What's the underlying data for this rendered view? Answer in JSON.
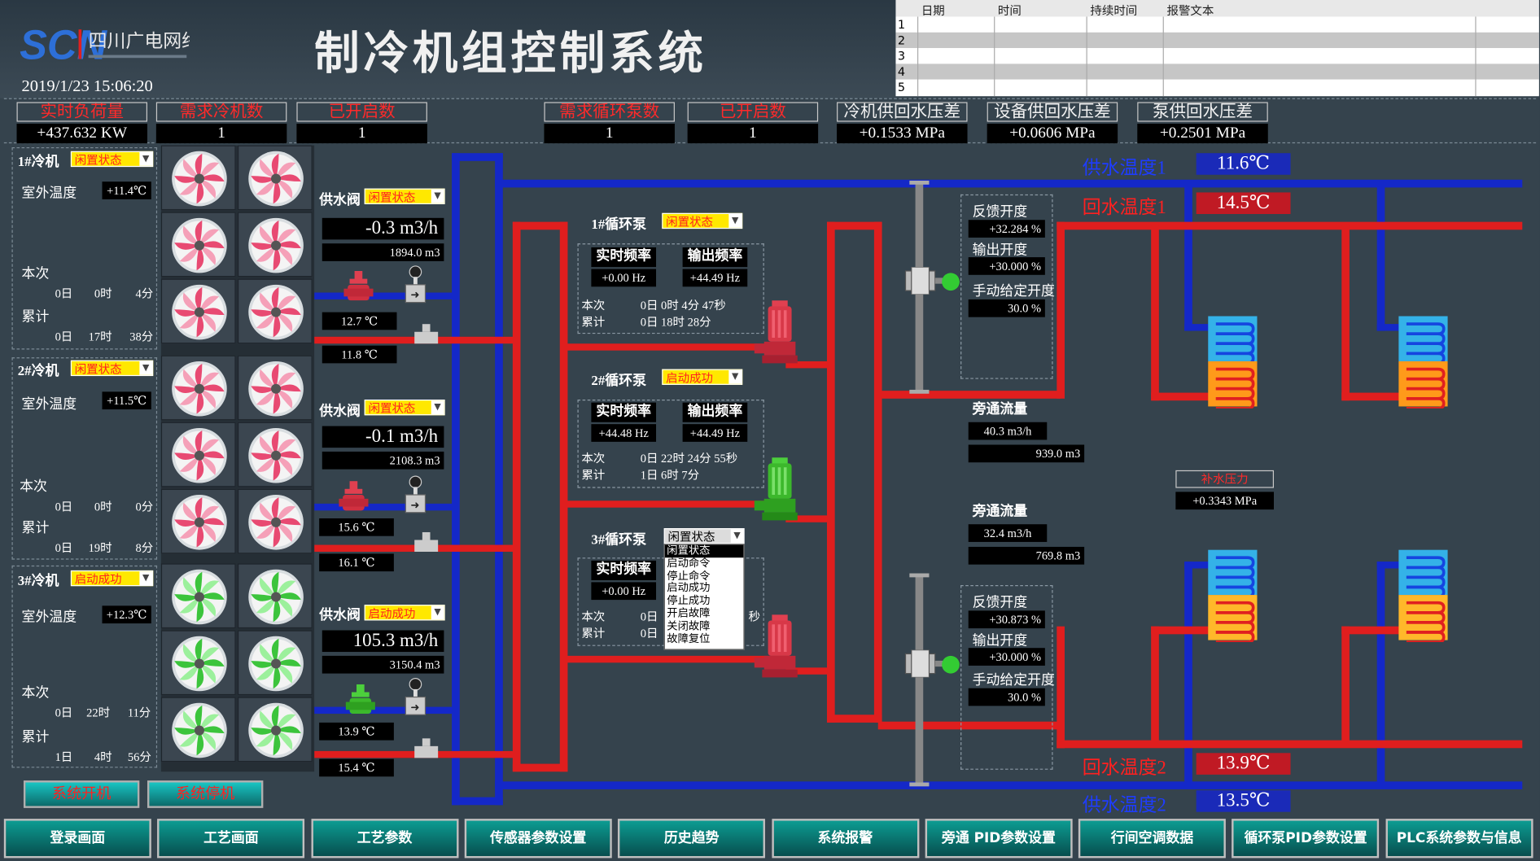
{
  "header": {
    "logo_text": "四川广电网络",
    "title": "制冷机组控制系统",
    "datetime": "2019/1/23  15:06:20"
  },
  "alarm_table": {
    "columns": [
      "日期",
      "时间",
      "持续时间",
      "报警文本"
    ],
    "row_numbers": [
      "1",
      "2",
      "3",
      "4",
      "5"
    ]
  },
  "stats": {
    "load_label": "实时负荷量",
    "load_value": "+437.632 KW",
    "chiller_demand_label": "需求冷机数",
    "chiller_demand_value": "1",
    "chiller_open_label": "已开启数",
    "chiller_open_value": "1",
    "pump_demand_label": "需求循环泵数",
    "pump_demand_value": "1",
    "pump_open_label": "已开启数",
    "pump_open_value": "1",
    "chiller_dp_label": "冷机供回水压差",
    "chiller_dp_value": "+0.1533 MPa",
    "equip_dp_label": "设备供回水压差",
    "equip_dp_value": "+0.0606 MPa",
    "pump_dp_label": "泵供回水压差",
    "pump_dp_value": "+0.2501 MPa"
  },
  "chillers": [
    {
      "name": "1#冷机",
      "status": "闲置状态",
      "outdoor_label": "室外温度",
      "outdoor_temp": "+11.4℃",
      "this_label": "本次",
      "this_d": "0日",
      "this_h": "0时",
      "this_m": "4分",
      "total_label": "累计",
      "total_d": "0日",
      "total_h": "17时",
      "total_m": "38分",
      "valve_label": "供水阀",
      "valve_status": "闲置状态",
      "flow": "-0.3 m3/h",
      "volume": "1894.0 m3",
      "supply_temp": "12.7 ℃",
      "return_temp": "11.8 ℃"
    },
    {
      "name": "2#冷机",
      "status": "闲置状态",
      "outdoor_label": "室外温度",
      "outdoor_temp": "+11.5℃",
      "this_label": "本次",
      "this_d": "0日",
      "this_h": "0时",
      "this_m": "0分",
      "total_label": "累计",
      "total_d": "0日",
      "total_h": "19时",
      "total_m": "8分",
      "valve_label": "供水阀",
      "valve_status": "闲置状态",
      "flow": "-0.1 m3/h",
      "volume": "2108.3 m3",
      "supply_temp": "15.6 ℃",
      "return_temp": "16.1 ℃"
    },
    {
      "name": "3#冷机",
      "status": "启动成功",
      "outdoor_label": "室外温度",
      "outdoor_temp": "+12.3℃",
      "this_label": "本次",
      "this_d": "0日",
      "this_h": "22时",
      "this_m": "11分",
      "total_label": "累计",
      "total_d": "1日",
      "total_h": "4时",
      "total_m": "56分",
      "valve_label": "供水阀",
      "valve_status": "启动成功",
      "flow": "105.3 m3/h",
      "volume": "3150.4 m3",
      "supply_temp": "13.9 ℃",
      "return_temp": "15.4 ℃"
    }
  ],
  "pumps": [
    {
      "name": "1#循环泵",
      "status": "闲置状态",
      "rt_label": "实时频率",
      "out_label": "输出频率",
      "rt_freq": "+0.00 Hz",
      "out_freq": "+44.49 Hz",
      "this_label": "本次",
      "this_time": "0日  0时  4分 47秒",
      "total_label": "累计",
      "total_time": "0日 18时 28分"
    },
    {
      "name": "2#循环泵",
      "status": "启动成功",
      "rt_label": "实时频率",
      "out_label": "输出频率",
      "rt_freq": "+44.48 Hz",
      "out_freq": "+44.49 Hz",
      "this_label": "本次",
      "this_time": "0日 22时 24分 55秒",
      "total_label": "累计",
      "total_time": "1日  6时  7分"
    },
    {
      "name": "3#循环泵",
      "status": "闲置状态",
      "rt_label": "实时频率",
      "out_label": "输出频率",
      "rt_freq": "+0.00 Hz",
      "out_freq": "",
      "this_label": "本次",
      "this_time": "0日",
      "this_suffix": "秒",
      "total_label": "累计",
      "total_time": "0日"
    }
  ],
  "status_options": [
    "闲置状态",
    "启动命令",
    "停止命令",
    "启动成功",
    "停止成功",
    "开启故障",
    "关闭故障",
    "故障复位"
  ],
  "pid": [
    {
      "fb_label": "反馈开度",
      "fb_value": "+32.284 %",
      "out_label": "输出开度",
      "out_value": "+30.000 %",
      "man_label": "手动给定开度",
      "man_value": "30.0 %"
    },
    {
      "fb_label": "反馈开度",
      "fb_value": "+30.873 %",
      "out_label": "输出开度",
      "out_value": "+30.000 %",
      "man_label": "手动给定开度",
      "man_value": "30.0 %"
    }
  ],
  "bypass": [
    {
      "label": "旁通流量",
      "flow": "40.3 m3/h",
      "volume": "939.0 m3"
    },
    {
      "label": "旁通流量",
      "flow": "32.4 m3/h",
      "volume": "769.8 m3"
    }
  ],
  "makeup": {
    "label": "补水压力",
    "value": "+0.3343 MPa"
  },
  "temps": {
    "supply1_label": "供水温度1",
    "supply1": "11.6℃",
    "return1_label": "回水温度1",
    "return1": "14.5℃",
    "return2_label": "回水温度2",
    "return2": "13.9℃",
    "supply2_label": "供水温度2",
    "supply2": "13.5℃"
  },
  "system_buttons": {
    "start": "系统开机",
    "stop": "系统停机"
  },
  "nav": [
    "登录画面",
    "工艺画面",
    "工艺参数",
    "传感器参数设置",
    "历史趋势",
    "系统报警",
    "旁通 PID参数设置",
    "行间空调数据",
    "循环泵PID参数设置",
    "PLC系统参数与信息"
  ],
  "colors": {
    "supply_pipe": "#1428c8",
    "return_pipe": "#e01e1e",
    "status_bg": "#ffe800",
    "nav_bg": "#0c9c92",
    "background": "#35434d"
  }
}
